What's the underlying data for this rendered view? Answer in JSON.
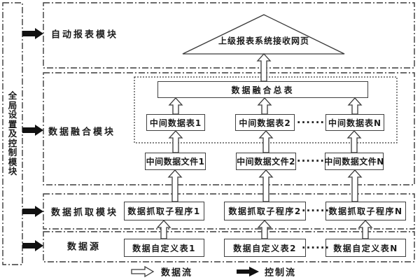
{
  "left_panel": {
    "label": "全局设置及控制模块"
  },
  "sections": {
    "auto_report": {
      "label": "自动报表模块",
      "triangle_label": "上级报表系统接收网页"
    },
    "data_fusion": {
      "label": "数据融合模块",
      "fusion_total": "数据融合总表",
      "mid_tables": [
        "中间数据表1",
        "中间数据表2",
        "中间数据表N"
      ],
      "mid_files": [
        "中间数据文件1",
        "中间数据文件2",
        "中间数据文件N"
      ]
    },
    "data_grab": {
      "label": "数据抓取模块",
      "subprograms": [
        "数据抓取子程序1",
        "数据抓取子程序2",
        "数据抓取子程序N"
      ]
    },
    "data_source": {
      "label": "数据源",
      "custom_tables": [
        "数据自定义表1",
        "数据自定义表2",
        "数据自定义表N"
      ]
    }
  },
  "ellipsis": "······",
  "legend": {
    "data_flow": {
      "icon": "hollow-right-arrow",
      "label": "数据流"
    },
    "control_flow": {
      "icon": "solid-right-arrow",
      "label": "控制流"
    }
  },
  "colors": {
    "line": "#3a3a3a",
    "background": "#ffffff",
    "data_arrow_fill": "#ffffff",
    "control_arrow_fill": "#111111"
  }
}
